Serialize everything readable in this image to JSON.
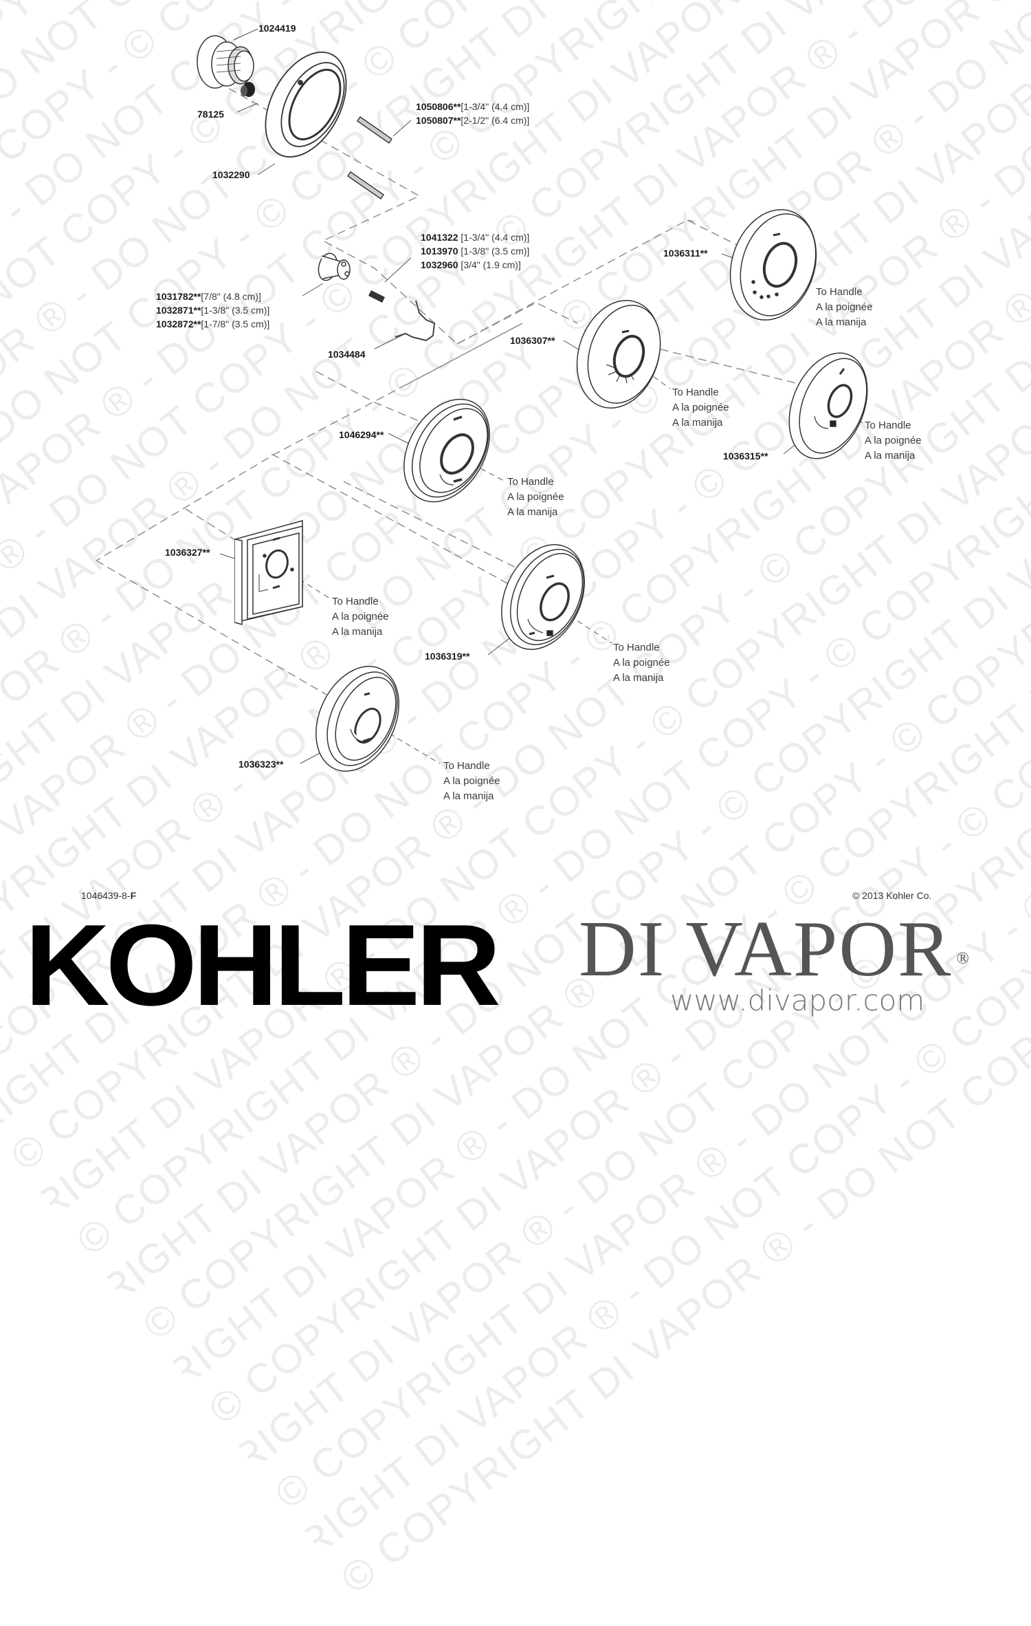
{
  "diagram": {
    "type": "exploded-parts-diagram",
    "colors": {
      "line": "#333333",
      "dash": "#888888",
      "label": "#1a1a1a",
      "watermark": "#ececec",
      "divapor": "#555555"
    }
  },
  "watermark": {
    "text": "© COPYRIGHT DI VAPOR ® - DO NOT COPY - "
  },
  "parts": {
    "p1024419": {
      "number": "1024419",
      "dimension": ""
    },
    "p78125": {
      "number": "78125",
      "dimension": ""
    },
    "p1032290": {
      "number": "1032290",
      "dimension": ""
    },
    "p1050806": {
      "number": "1050806**",
      "dimension": "[1-3/4\" (4.4 cm)]"
    },
    "p1050807": {
      "number": "1050807**",
      "dimension": "[2-1/2\" (6.4 cm)]"
    },
    "p1041322": {
      "number": "1041322",
      "dimension": " [1-3/4\" (4.4 cm)]"
    },
    "p1013970": {
      "number": "1013970",
      "dimension": " [1-3/8\" (3.5 cm)]"
    },
    "p1032960": {
      "number": "1032960",
      "dimension": " [3/4\" (1.9 cm)]"
    },
    "p1031782": {
      "number": "1031782**",
      "dimension": "[7/8\" (4.8 cm)]"
    },
    "p1032871": {
      "number": "1032871**",
      "dimension": "[1-3/8\" (3.5 cm)]"
    },
    "p1032872": {
      "number": "1032872**",
      "dimension": "[1-7/8\" (3.5 cm)]"
    },
    "p1034484": {
      "number": "1034484",
      "dimension": ""
    },
    "p1036311": {
      "number": "1036311**",
      "dimension": ""
    },
    "p1036307": {
      "number": "1036307**",
      "dimension": ""
    },
    "p1036315": {
      "number": "1036315**",
      "dimension": ""
    },
    "p1046294": {
      "number": "1046294**",
      "dimension": ""
    },
    "p1036327": {
      "number": "1036327**",
      "dimension": ""
    },
    "p1036319": {
      "number": "1036319**",
      "dimension": ""
    },
    "p1036323": {
      "number": "1036323**",
      "dimension": ""
    }
  },
  "handle_note": {
    "en": "To Handle",
    "fr": "A la poignée",
    "es": "A la manija"
  },
  "footer": {
    "document_number": "1046439-8-",
    "revision": "F",
    "copyright": "© 2013 Kohler Co.",
    "brand_kohler": "KOHLER",
    "brand_divapor": "DI VAPOR",
    "registered_mark": "®",
    "divapor_url": "www.divapor.com"
  }
}
